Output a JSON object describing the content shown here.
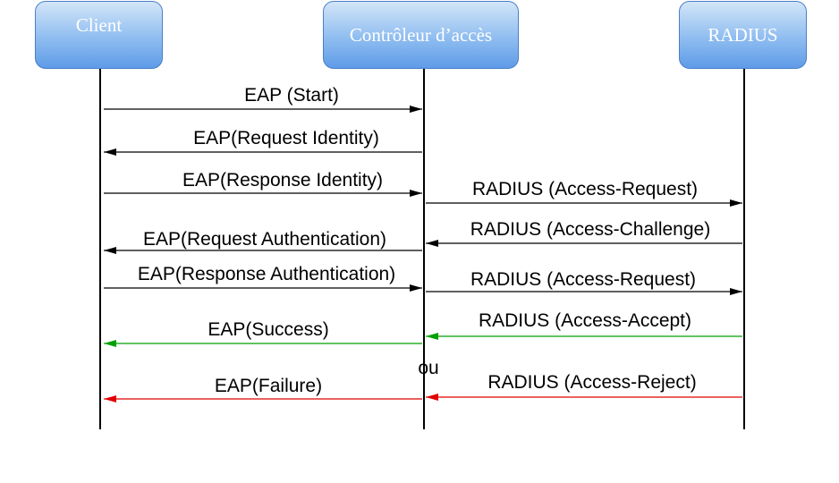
{
  "actors": {
    "client": "Client",
    "controller": "Contrôleur d’accès",
    "radius": "RADIUS"
  },
  "messages": {
    "m1": "EAP (Start)",
    "m2": "EAP(Request Identity)",
    "m3": "EAP(Response Identity)",
    "m4": "RADIUS (Access-Request)",
    "m5": "RADIUS (Access-Challenge)",
    "m6": "EAP(Request Authentication)",
    "m7": "EAP(Response Authentication)",
    "m8": "RADIUS (Access-Request)",
    "m9": "RADIUS (Access-Accept)",
    "m10": "EAP(Success)",
    "ou": "ou",
    "m11": "RADIUS (Access-Reject)",
    "m12": "EAP(Failure)"
  },
  "colors": {
    "success": "#00a000",
    "failure": "#e00000",
    "line": "#000000"
  }
}
